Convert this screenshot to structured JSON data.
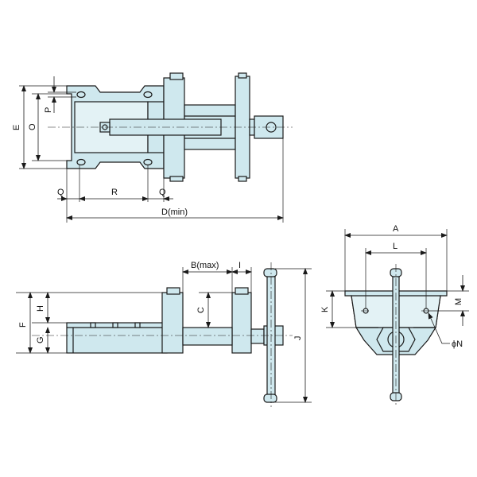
{
  "colors": {
    "part_fill": "#cfe8ee",
    "line": "#1a1a1a",
    "background": "#ffffff"
  },
  "views": {
    "top": {
      "labels": {
        "E": "E",
        "O": "O",
        "P": "P",
        "Q_left": "Q",
        "R": "R",
        "Q_right": "Q",
        "D": "D(min)"
      }
    },
    "side": {
      "labels": {
        "B": "B(max)",
        "I": "I",
        "H": "H",
        "C": "C",
        "F": "F",
        "G": "G",
        "J": "J"
      }
    },
    "front": {
      "labels": {
        "A": "A",
        "L": "L",
        "K": "K",
        "M": "M",
        "N": "ϕN"
      }
    }
  }
}
